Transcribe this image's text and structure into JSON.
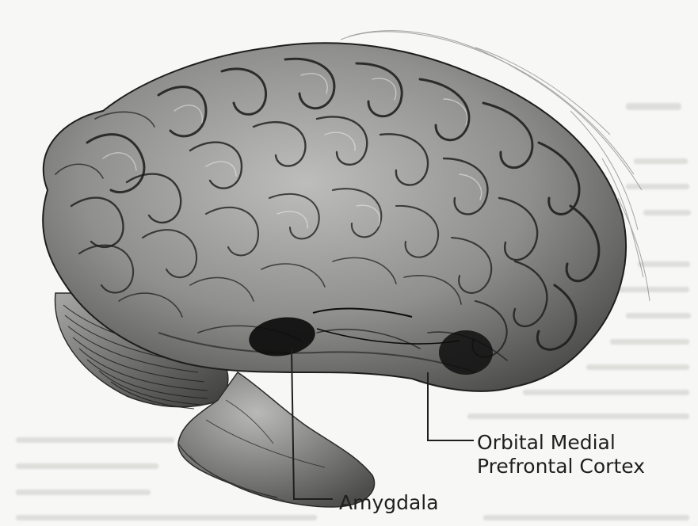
{
  "labels": {
    "orbital_medial_line1": "Orbital Medial",
    "orbital_medial_line2": "Prefrontal Cortex",
    "amygdala": "Amygdala"
  },
  "colors": {
    "ink": "#1f1f1f",
    "page": "#f6f6f4",
    "highlight": "#0d0d0d"
  }
}
